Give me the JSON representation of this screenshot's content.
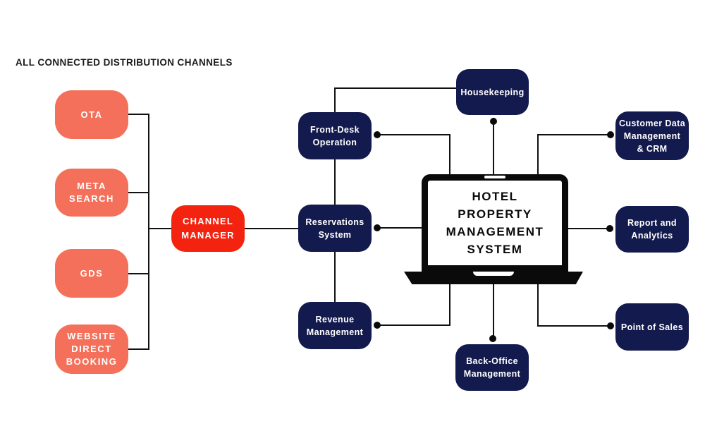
{
  "title": "ALL CONNECTED DISTRIBUTION CHANNELS",
  "colors": {
    "channel_box": "#F4705A",
    "channel_manager_box": "#F3230F",
    "module_box": "#131A4D",
    "connector_line": "#111111",
    "laptop": "#0A0A0A",
    "text_on_box": "#FFFFFF",
    "title_text": "#1A1A1A"
  },
  "distribution_channels": {
    "ota": "OTA",
    "meta_search": "META\nSEARCH",
    "gds": "GDS",
    "website_direct_booking": "WEBSITE\nDIRECT\nBOOKING"
  },
  "channel_manager": "CHANNEL\nMANAGER",
  "pms_modules": {
    "front_desk": "Front-Desk\nOperation",
    "reservations": "Reservations\nSystem",
    "revenue": "Revenue\nManagement",
    "housekeeping": "Housekeeping",
    "customer_data": "Customer Data\nManagement\n& CRM",
    "reports": "Report and\nAnalytics",
    "point_of_sales": "Point of Sales",
    "back_office": "Back-Office\nManagement"
  },
  "pms_core": "HOTEL\nPROPERTY\nMANAGEMENT\nSYSTEM"
}
